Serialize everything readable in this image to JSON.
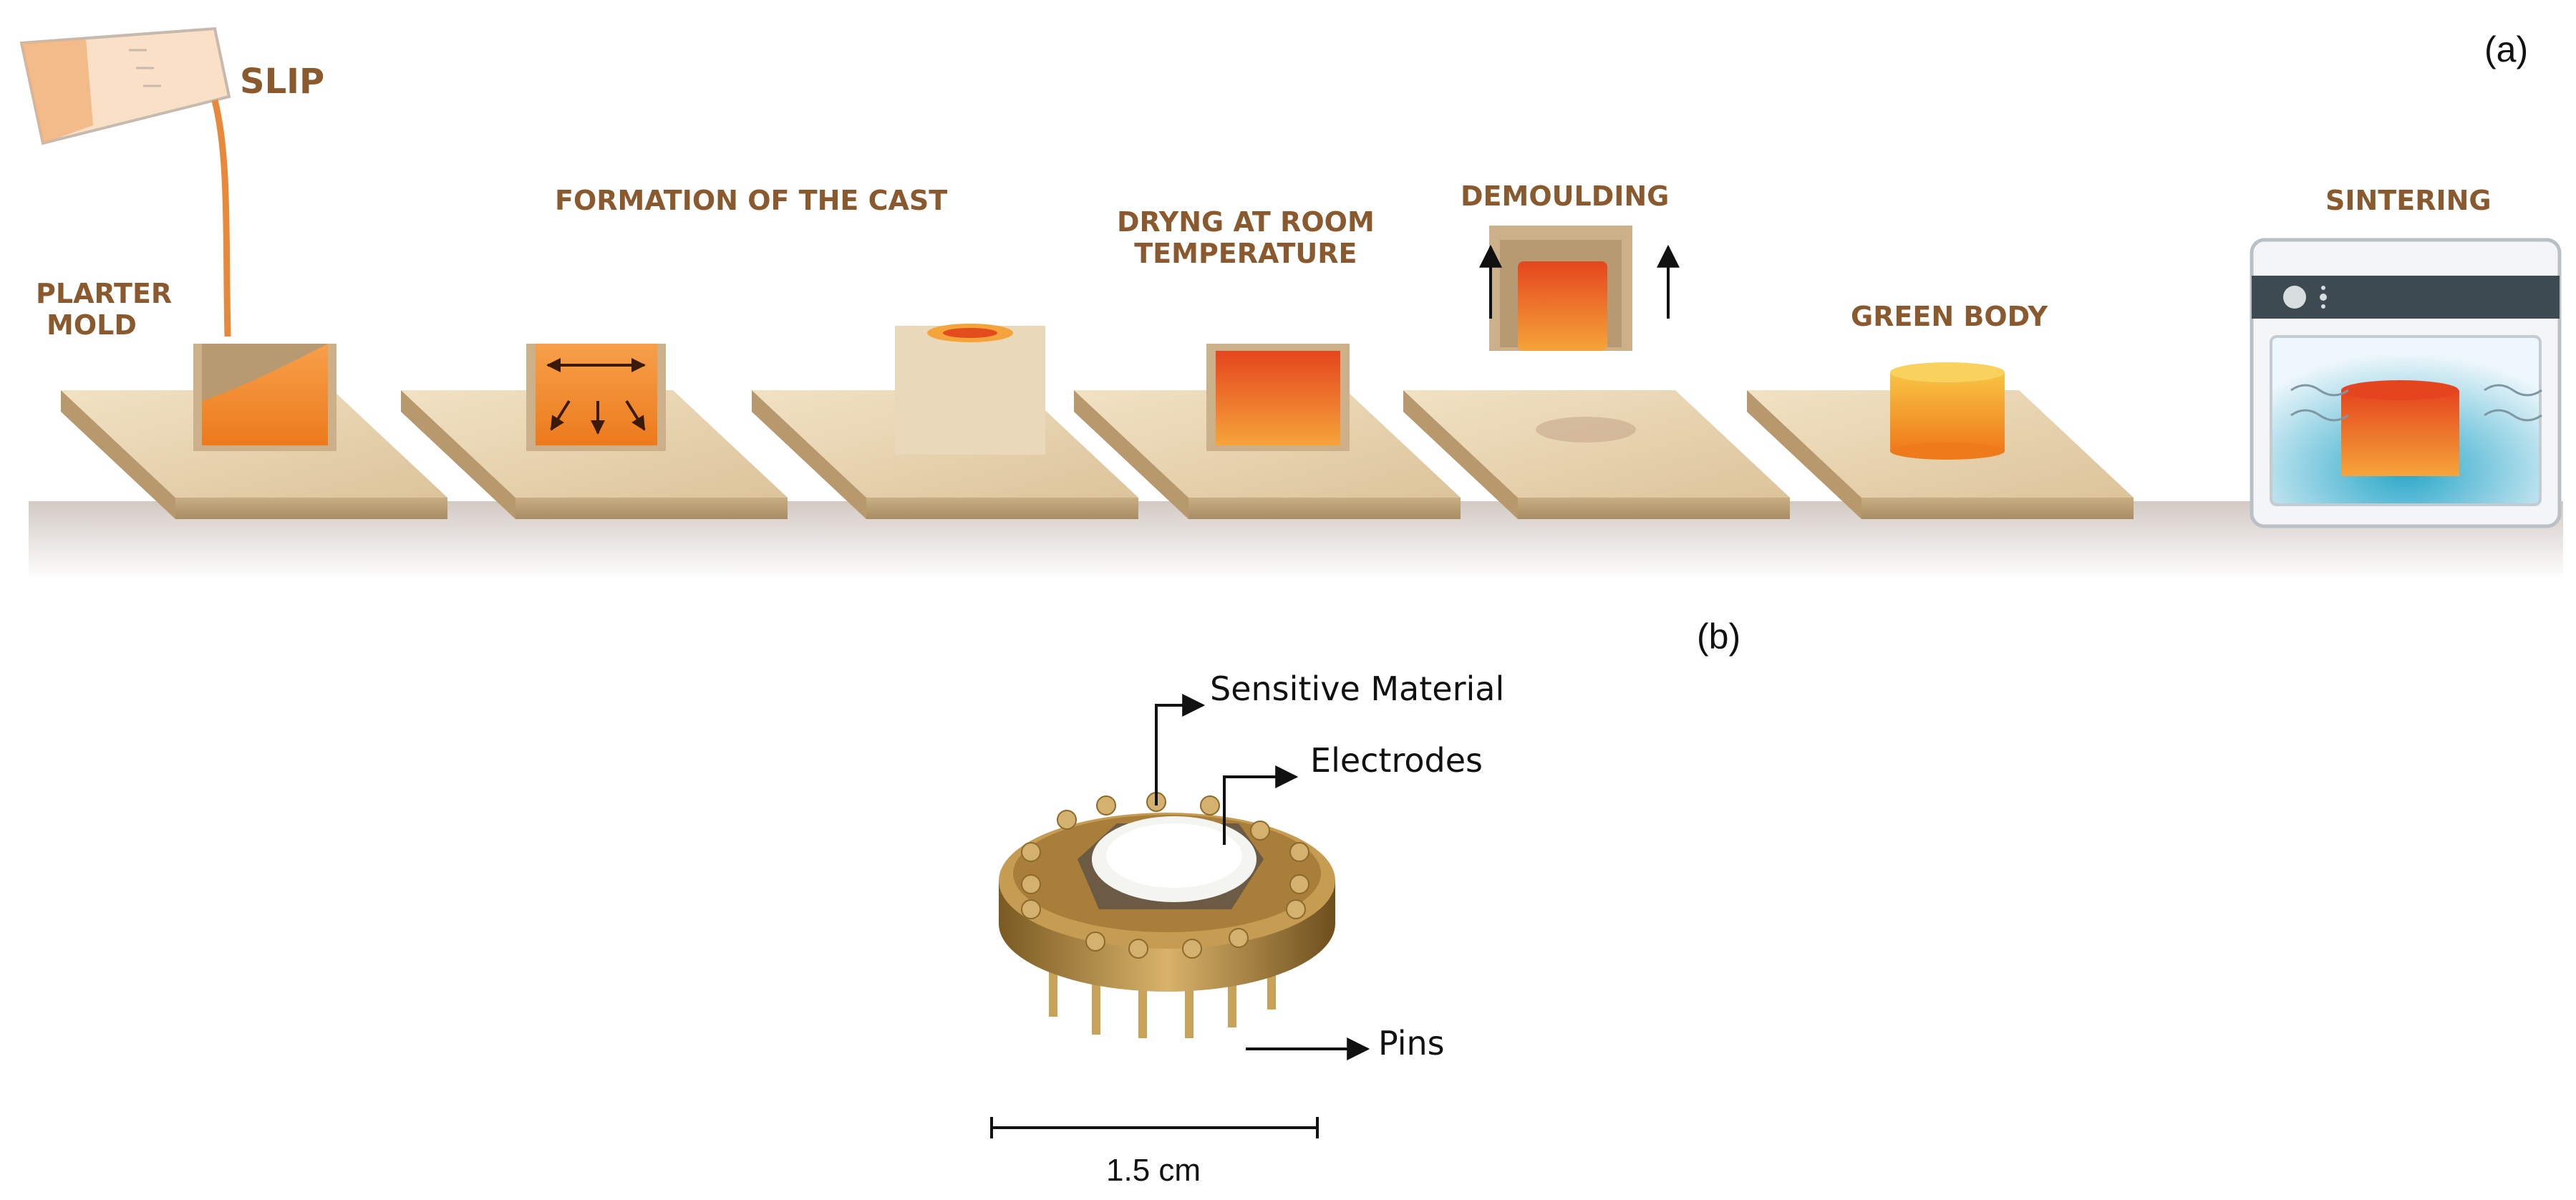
{
  "panel_a": {
    "label": "(a)",
    "steps": {
      "slip": "SLIP",
      "plaster_mold": [
        "PLARTER",
        "MOLD"
      ],
      "formation": "FORMATION OF THE CAST",
      "drying": [
        "DRYNG AT ROOM",
        "TEMPERATURE"
      ],
      "demoulding": "DEMOULDING",
      "green_body": "GREEN BODY",
      "sintering": "SINTERING"
    }
  },
  "panel_b": {
    "label": "(b)",
    "annotations": {
      "sensitive_material": "Sensitive Material",
      "electrodes": "Electrodes",
      "pins": "Pins"
    },
    "scale_bar": "1.5 cm"
  },
  "colors": {
    "label_brown": "#8a5a2e",
    "slip_orange": "#f08a2a",
    "plank": "#e8d3ac",
    "mold": "#c9ad86",
    "gold": "#b8893a"
  }
}
